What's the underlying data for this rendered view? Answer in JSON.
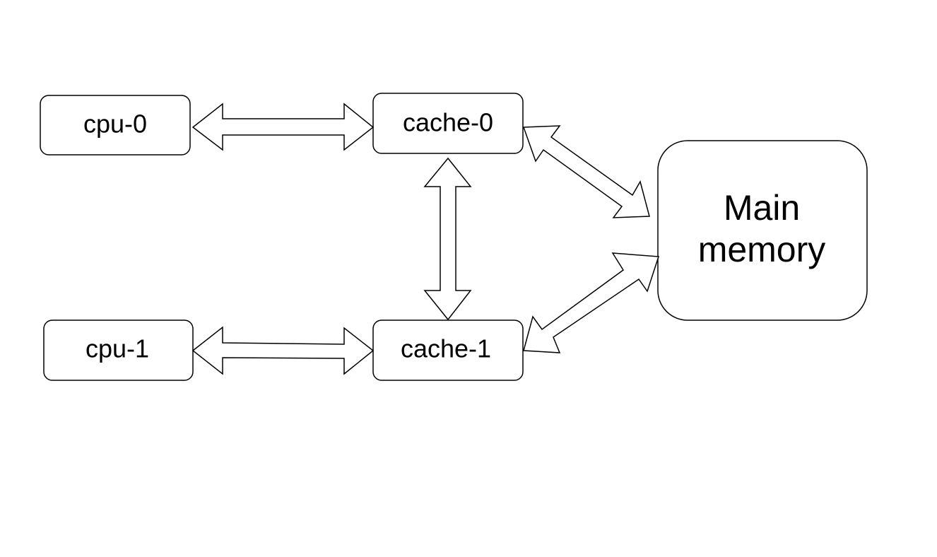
{
  "diagram": {
    "nodes": {
      "cpu0": {
        "label": "cpu-0"
      },
      "cpu1": {
        "label": "cpu-1"
      },
      "cache0": {
        "label": "cache-0"
      },
      "cache1": {
        "label": "cache-1"
      },
      "memory": {
        "label_line1": "Main",
        "label_line2": "memory"
      }
    },
    "edges": [
      {
        "from": "cpu-0",
        "to": "cache-0",
        "direction": "bidirectional"
      },
      {
        "from": "cpu-1",
        "to": "cache-1",
        "direction": "bidirectional"
      },
      {
        "from": "cache-0",
        "to": "cache-1",
        "direction": "bidirectional"
      },
      {
        "from": "cache-0",
        "to": "Main memory",
        "direction": "bidirectional"
      },
      {
        "from": "cache-1",
        "to": "Main memory",
        "direction": "bidirectional"
      }
    ],
    "colors": {
      "stroke": "#000000",
      "fill": "#ffffff"
    }
  }
}
